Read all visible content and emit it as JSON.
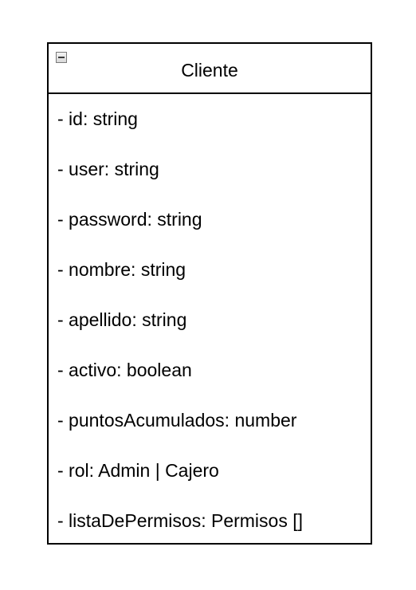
{
  "class_box": {
    "name": "Cliente",
    "collapse_icon": "minus-square-icon",
    "attributes": [
      "- id: string",
      "- user: string",
      "- password: string",
      "- nombre: string",
      "- apellido: string",
      "- activo: boolean",
      "- puntosAcumulados: number",
      "- rol: Admin | Cajero",
      "- listaDePermisos: Permisos []"
    ]
  },
  "colors": {
    "border": "#000000",
    "background": "#ffffff",
    "text": "#000000"
  }
}
